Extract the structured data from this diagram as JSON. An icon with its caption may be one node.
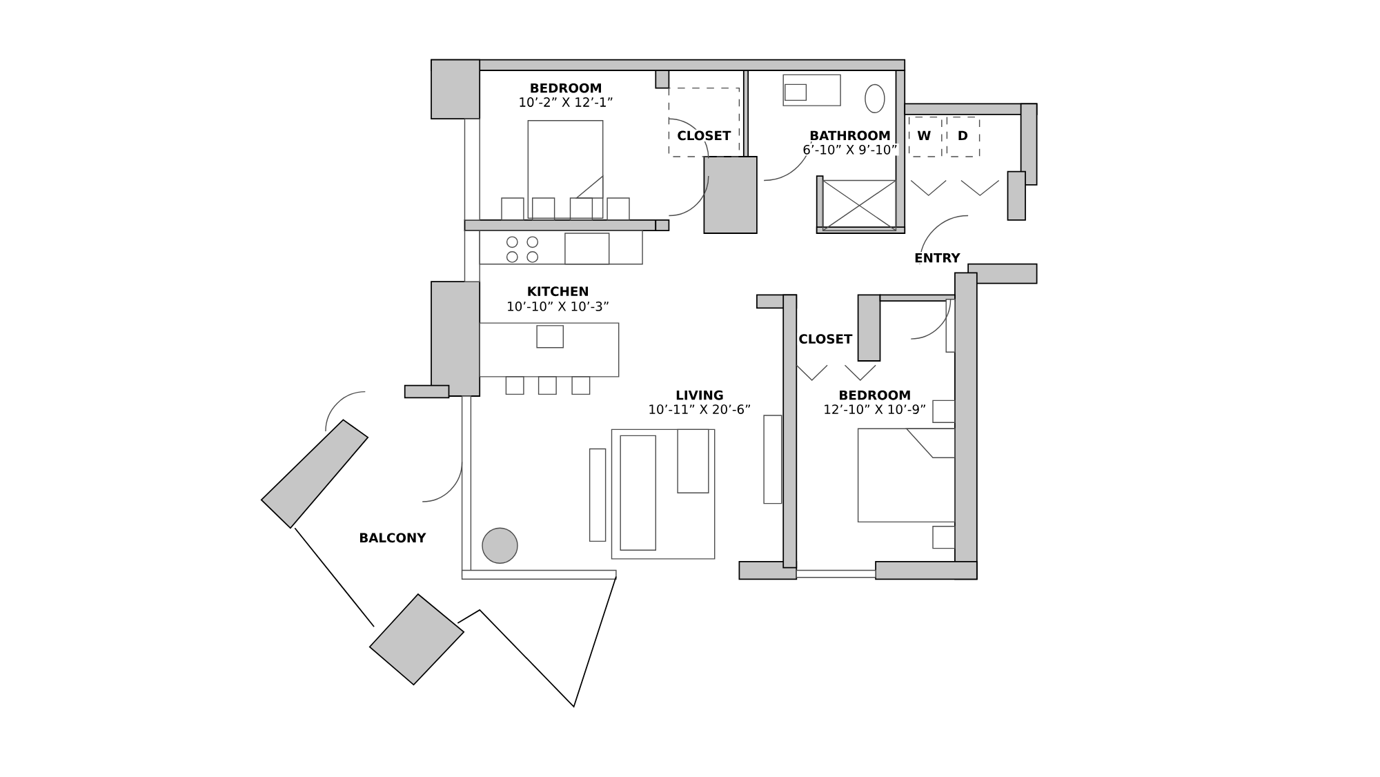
{
  "diagram": {
    "labels": [
      "BEDROOM",
      "10’-2” X 12’-1”",
      "CLOSET",
      "BATHROOM",
      "6’-10” X 9’-10”",
      "W",
      "D",
      "ENTRY",
      "KITCHEN",
      "10’-10” X 10’-3”",
      "CLOSET",
      "LIVING",
      "10’-11” X 20’-6”",
      "BEDROOM",
      "12’-10” X 10’-9”",
      "BALCONY"
    ]
  }
}
